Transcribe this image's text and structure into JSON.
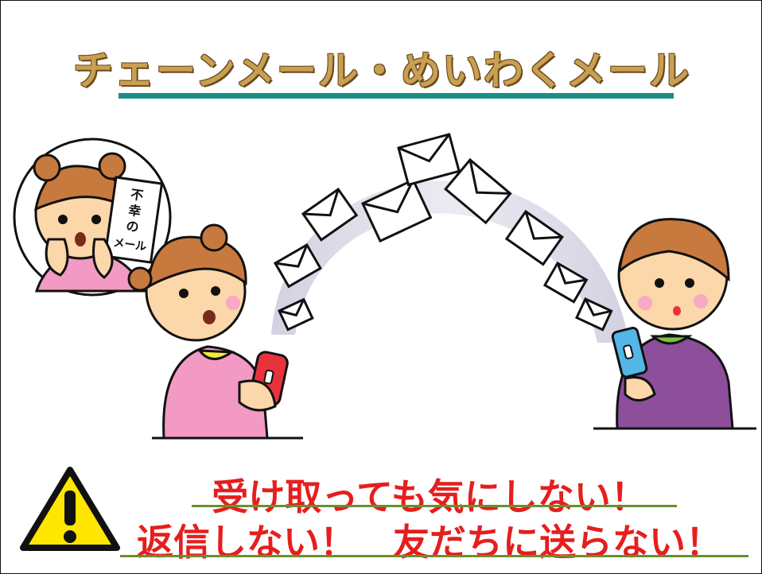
{
  "title": "チェーンメール・めいわくメール",
  "note_card": {
    "line1": "不",
    "line2": "幸",
    "line3": "の",
    "line4": "メール"
  },
  "messages": {
    "line1": "受け取っても気にしない！",
    "line2": "返信しない！　友だちに送らない！"
  },
  "icons": [
    "warning-triangle-icon",
    "envelope-icon",
    "phone-icon"
  ],
  "colors": {
    "title": "#c9a052",
    "rule": "#1a8f86",
    "message": "#e61e1e",
    "underline": "#6a8f2d",
    "warning": "#ffe600"
  }
}
